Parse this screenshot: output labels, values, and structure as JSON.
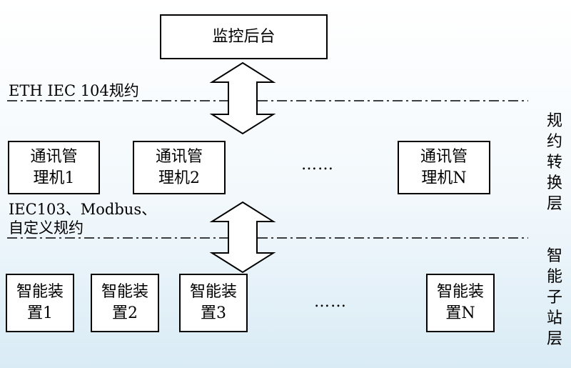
{
  "top": {
    "label": "监控后台"
  },
  "protocols": {
    "upper": "ETH IEC 104规约",
    "lower": "IEC103、Modbus、\n自定义规约"
  },
  "layers": {
    "conversion": "规\n约\n转\n换\n层",
    "substation": "智\n能\n子\n站\n层"
  },
  "managers": [
    {
      "label": "通讯管\n理机1"
    },
    {
      "label": "通讯管\n理机2"
    },
    {
      "label": "通讯管\n理机N"
    }
  ],
  "devices": [
    {
      "label": "智能装\n置1"
    },
    {
      "label": "智能装\n置2"
    },
    {
      "label": "智能装\n置3"
    },
    {
      "label": "智能装\n置N"
    }
  ],
  "ellipsis": "……",
  "colors": {
    "stroke": "#000000",
    "box_fill": "#ffffff"
  }
}
